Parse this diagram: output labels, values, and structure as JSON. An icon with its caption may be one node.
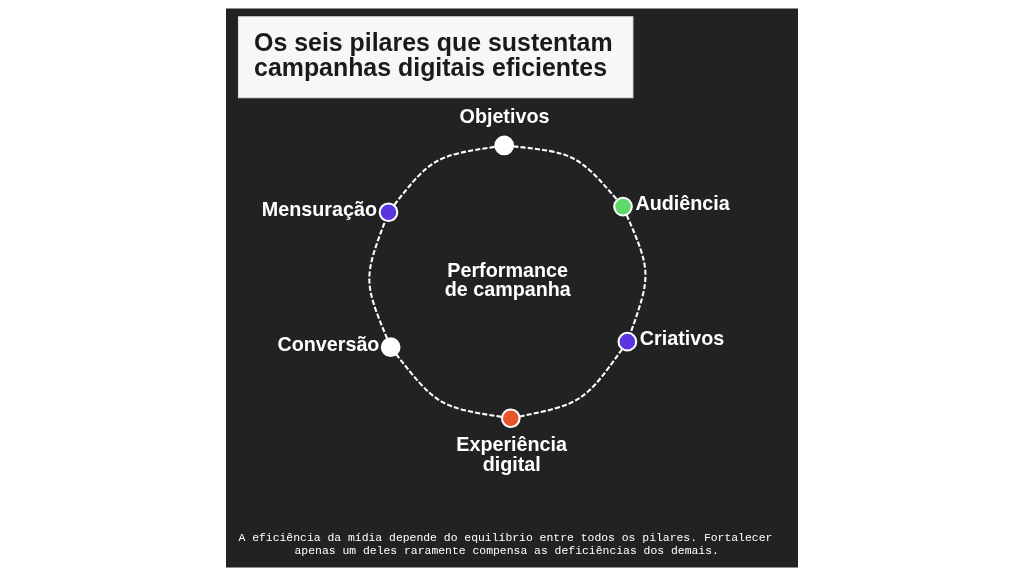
{
  "diagram": {
    "title": "Os seis pilares que sustentam campanhas digitais eficientes",
    "caption": "A eficiência da mídia depende do equilíbrio entre todos os pilares. Fortalecer apenas um deles raramente compensa as deficiências dos demais.",
    "nodes": [
      {
        "text": [],
        "shape": "circle",
        "beside": [
          "Objetivos"
        ]
      },
      {
        "text": [],
        "shape": "circle",
        "beside": [
          "Audiência"
        ]
      },
      {
        "text": [],
        "shape": "circle",
        "beside": [
          "Criativos"
        ]
      },
      {
        "text": [],
        "shape": "circle",
        "beside": [
          "Experiência digital"
        ]
      },
      {
        "text": [],
        "shape": "circle",
        "beside": [
          "Conversão"
        ]
      },
      {
        "text": [],
        "shape": "circle",
        "beside": [
          "Mensuração"
        ]
      }
    ],
    "edges": [
      {
        "from": 0,
        "to": 1,
        "arrow": "none",
        "style": "dashed"
      },
      {
        "from": 1,
        "to": 2,
        "arrow": "none",
        "style": "dashed"
      },
      {
        "from": 2,
        "to": 3,
        "arrow": "none",
        "style": "dashed"
      },
      {
        "from": 3,
        "to": 4,
        "arrow": "none",
        "style": "dashed"
      },
      {
        "from": 4,
        "to": 5,
        "arrow": "none",
        "style": "dashed"
      },
      {
        "from": 5,
        "to": 0,
        "arrow": "none",
        "style": "dashed"
      }
    ],
    "labels": [
      "Performance de campanha"
    ]
  }
}
